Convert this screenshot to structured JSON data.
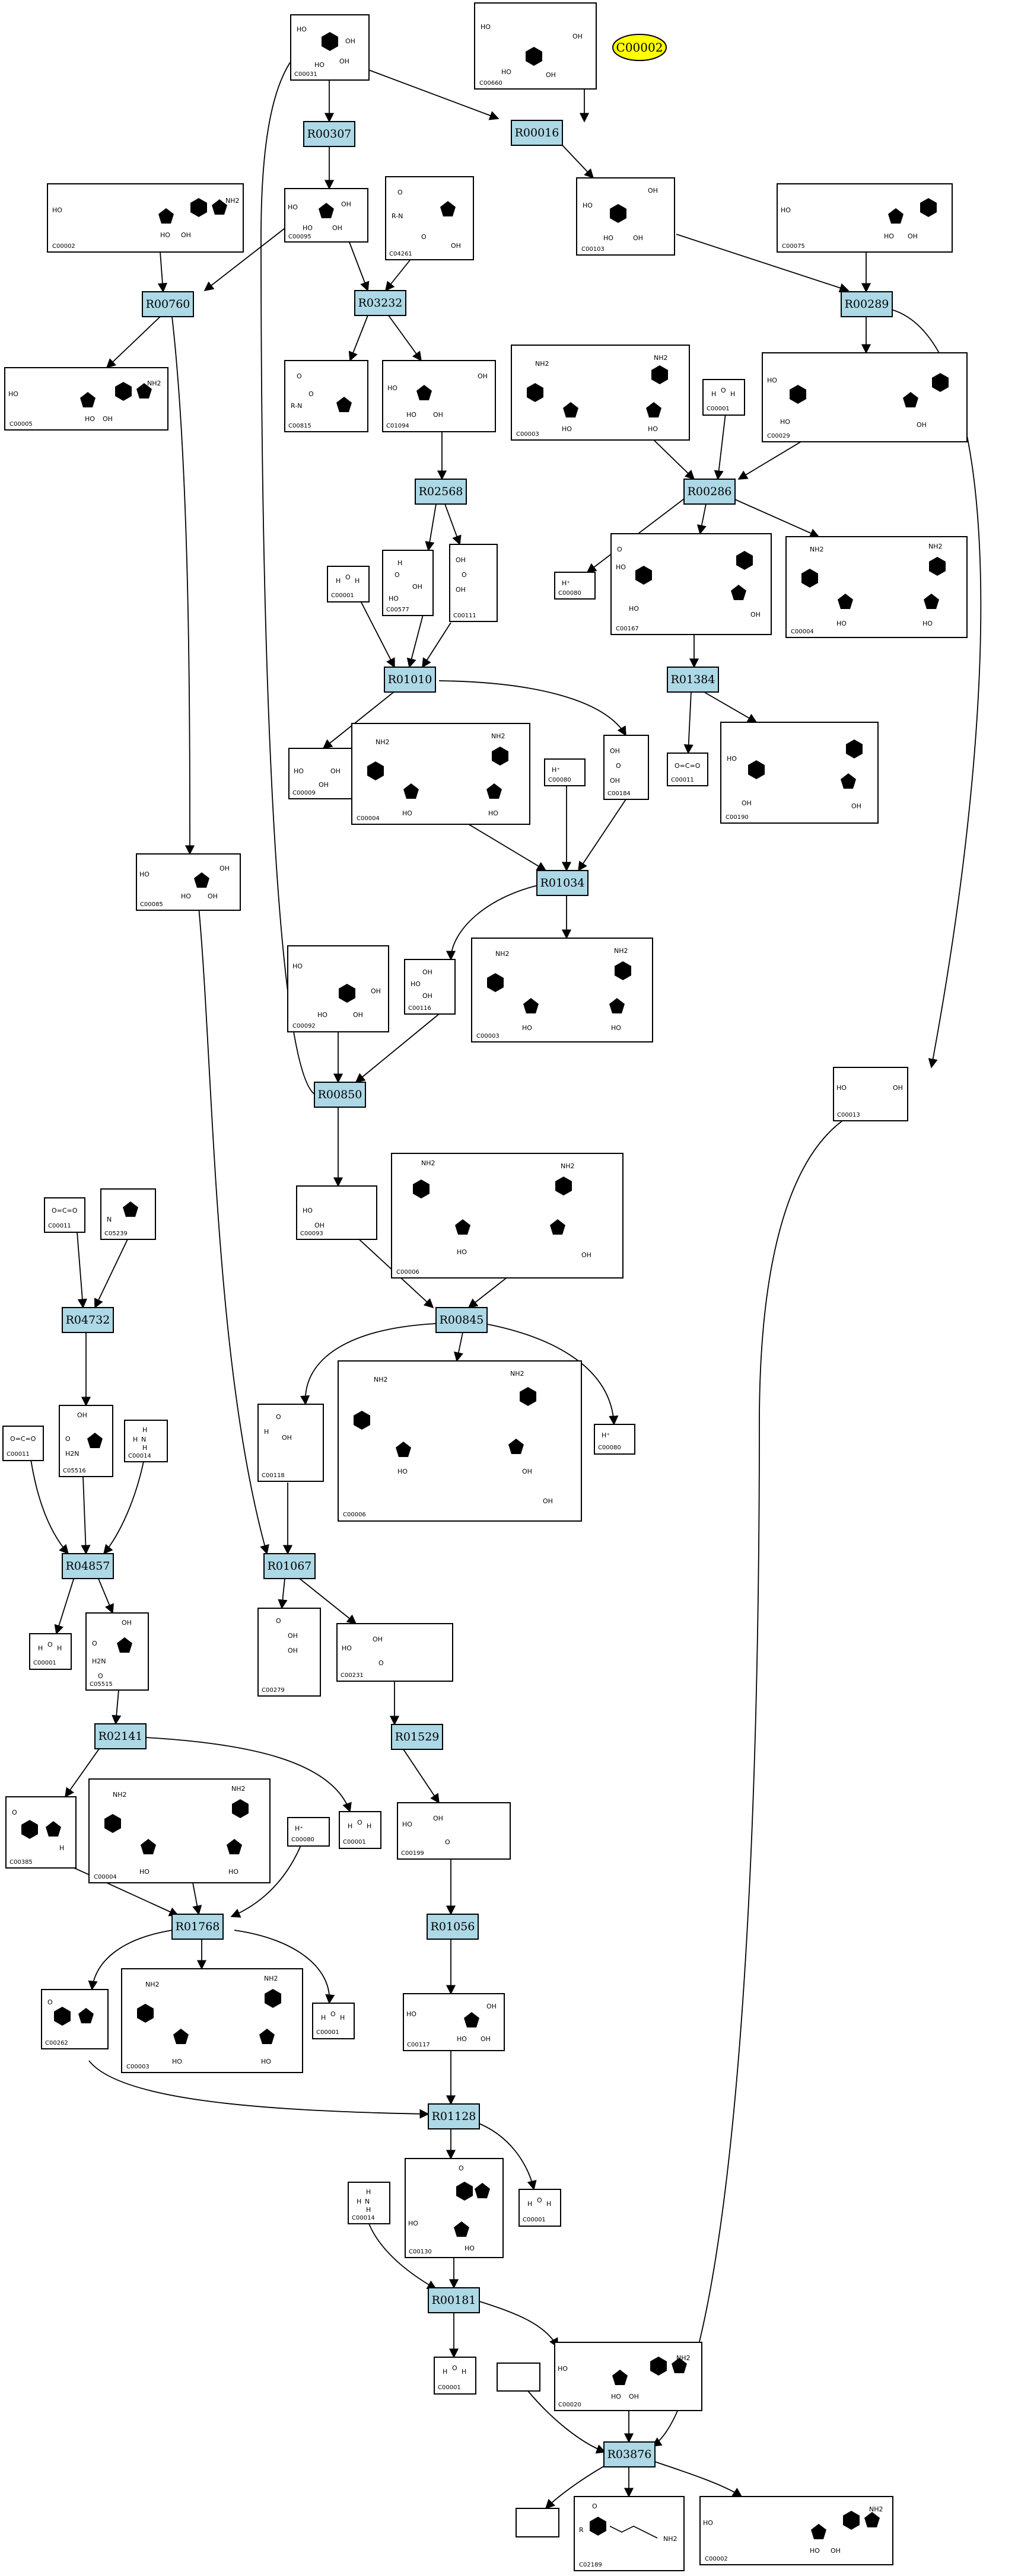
{
  "highlight": {
    "label": "C00002"
  },
  "reactions": {
    "R00307": "R00307",
    "R00016": "R00016",
    "R00760": "R00760",
    "R03232": "R03232",
    "R00289": "R00289",
    "R00286": "R00286",
    "R02568": "R02568",
    "R01010": "R01010",
    "R01384": "R01384",
    "R01034": "R01034",
    "R00850": "R00850",
    "R04732": "R04732",
    "R00845": "R00845",
    "R04857": "R04857",
    "R01067": "R01067",
    "R02141": "R02141",
    "R01529": "R01529",
    "R01768": "R01768",
    "R01056": "R01056",
    "R01128": "R01128",
    "R00181": "R00181",
    "R03876": "R03876"
  },
  "compounds": {
    "c00031": "C00031",
    "c00660": "C00660",
    "c00002_top": "C00002",
    "c00095": "C00095",
    "c04261": "C04261",
    "c00103": "C00103",
    "c00075": "C00075",
    "c00005": "C00005",
    "c00815": "C00815",
    "c01094": "C01094",
    "c00003_a": "C00003",
    "c00001_a": "C00001",
    "c00029": "C00029",
    "c00001_b": "C00001",
    "c00577": "C00577",
    "c00111": "C00111",
    "c00080_a": "C00080",
    "c00167": "C00167",
    "c00004_a": "C00004",
    "c00009": "C00009",
    "c00004_b": "C00004",
    "c00080_b": "C00080",
    "c00184": "C00184",
    "c00011_a": "C00011",
    "c00190": "C00190",
    "c00085": "C00085",
    "c00092": "C00092",
    "c00116": "C00116",
    "c00003_b": "C00003",
    "c00013": "C00013",
    "c00011_b": "C00011",
    "c05239": "C05239",
    "c00093": "C00093",
    "c00006_a": "C00006",
    "c00011_c": "C00011",
    "c00014_a": "C00014",
    "c05516": "C05516",
    "c00118": "C00118",
    "c00006_b": "C00006",
    "c00080_c": "C00080",
    "c00001_c": "C00001",
    "c05515": "C05515",
    "c00279": "C00279",
    "c00231": "C00231",
    "c00385": "C00385",
    "c00004_c": "C00004",
    "c00080_d": "C00080",
    "c00001_d": "C00001",
    "c00199": "C00199",
    "c00262": "C00262",
    "c00003_c": "C00003",
    "c00001_e": "C00001",
    "c00117": "C00117",
    "c00014_b": "C00014",
    "c00130": "C00130",
    "c00001_f": "C00001",
    "c00001_g": "C00001",
    "c00020": "C00020",
    "blank_a": "",
    "blank_b": "",
    "c02189": "C02189",
    "c00002_bot": "C00002"
  }
}
